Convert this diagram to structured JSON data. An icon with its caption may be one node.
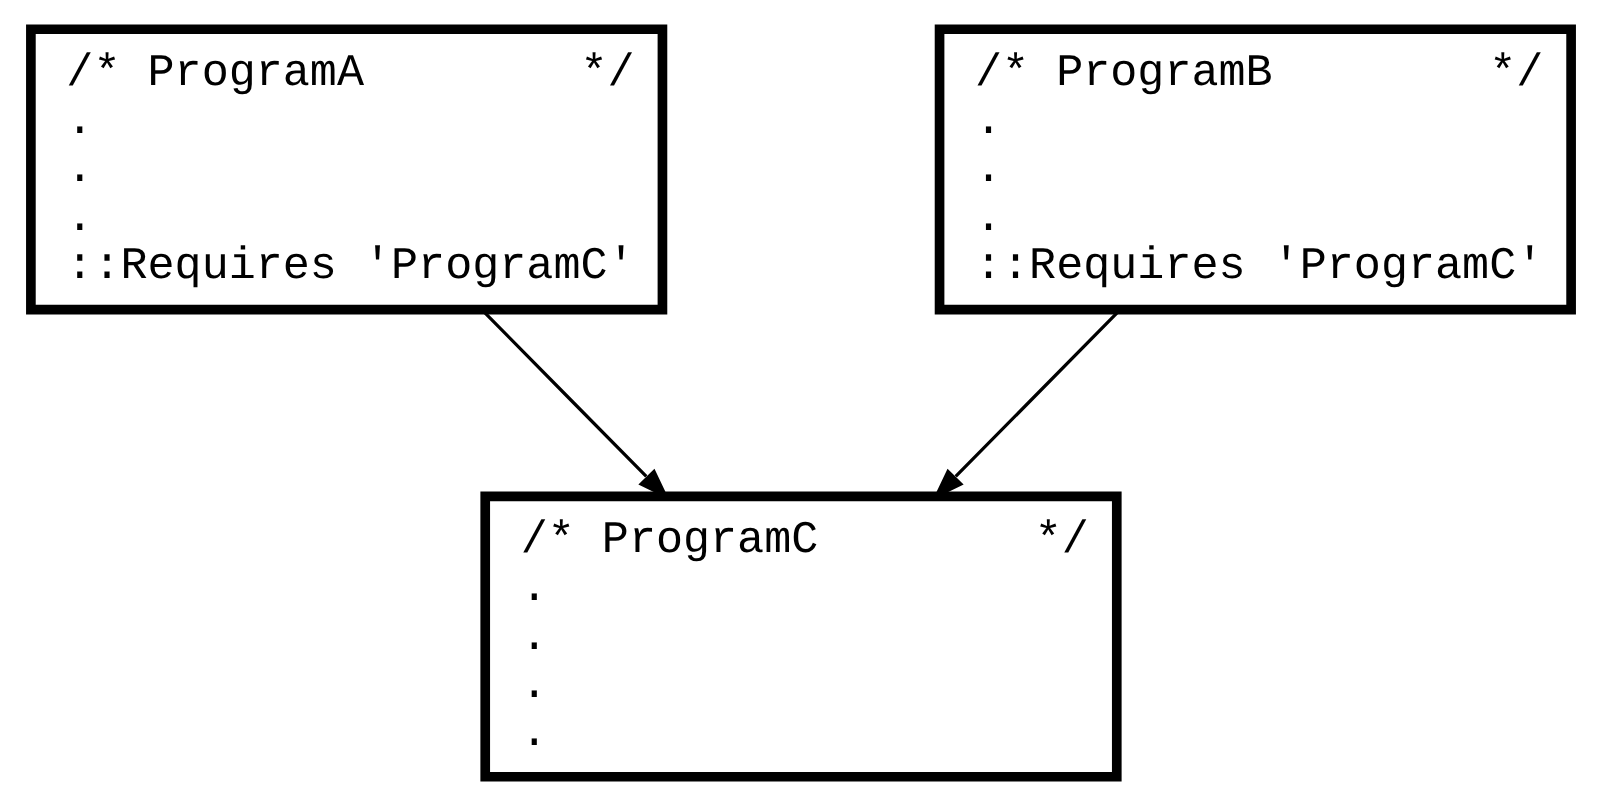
{
  "diagram": {
    "nodes": [
      {
        "text": [
          "/* ProgramA        */",
          ".",
          ".",
          ".",
          "::Requires 'ProgramC'"
        ]
      },
      {
        "text": [
          "/* ProgramB        */",
          ".",
          ".",
          ".",
          "::Requires 'ProgramC'"
        ]
      },
      {
        "text": [
          "/* ProgramC        */",
          ".",
          ".",
          ".",
          "."
        ]
      }
    ],
    "edges": [
      {
        "from": 0,
        "to": 2,
        "arrow": "to"
      },
      {
        "from": 1,
        "to": 2,
        "arrow": "to"
      }
    ]
  }
}
